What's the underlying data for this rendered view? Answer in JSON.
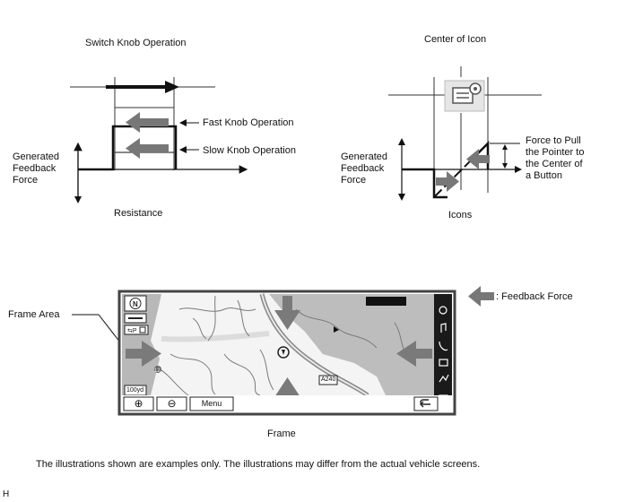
{
  "switch_knob": {
    "title": "Switch Knob Operation",
    "fast": "Fast Knob Operation",
    "slow": "Slow Knob Operation",
    "y_label": "Generated\nFeedback\nForce",
    "x_label": "Resistance"
  },
  "icon_center": {
    "title": "Center of Icon",
    "y_label": "Generated\nFeedback\nForce",
    "pull_label": "Force to Pull\nthe Pointer to\nthe Center of\na Button",
    "x_label": "Icons"
  },
  "frame": {
    "area_label": "Frame Area",
    "legend": ": Feedback Force",
    "caption": "Frame",
    "screen": {
      "scale": "100yd",
      "road": "A240",
      "menu": "Menu",
      "zoom_in": "⊕",
      "zoom_out": "⊖"
    }
  },
  "note": "The illustrations shown are examples only. The illustrations may differ from the actual vehicle screens.",
  "footer_code": "H"
}
